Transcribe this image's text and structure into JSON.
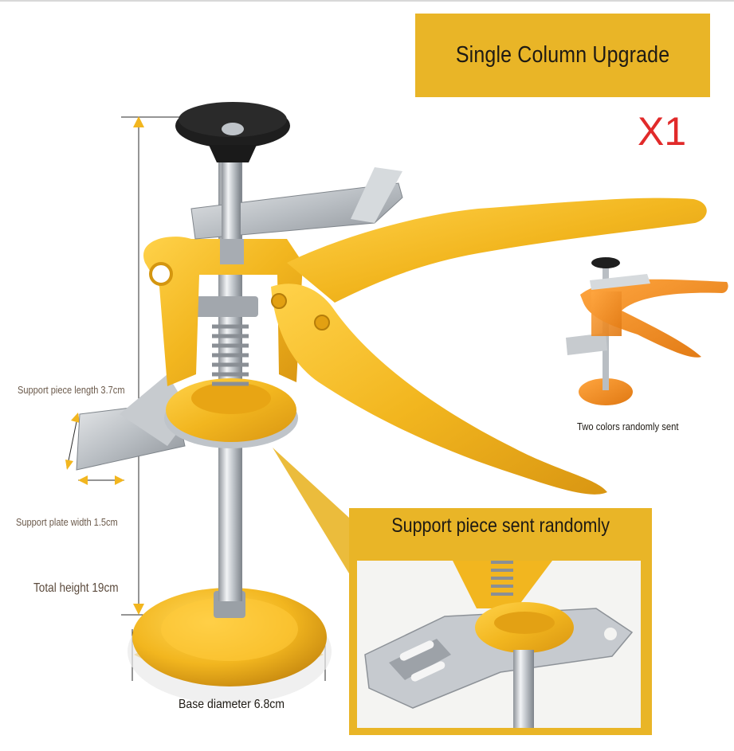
{
  "banner": {
    "title": "Single Column Upgrade"
  },
  "quantity": "X1",
  "labels": {
    "support_piece_length": "Support piece length 3.7cm",
    "support_plate_width": "Support plate width 1.5cm",
    "total_height": "Total height 19cm",
    "base_diameter": "Base diameter 6.8cm",
    "two_colors": "Two colors randomly sent"
  },
  "callout": {
    "title": "Support piece sent randomly"
  },
  "colors": {
    "banner": "#e9b527",
    "tool_yellow": "#f2b61f",
    "tool_orange": "#f08a1e",
    "quantity_red": "#e12a2a",
    "steel": "#c8ccd0"
  }
}
